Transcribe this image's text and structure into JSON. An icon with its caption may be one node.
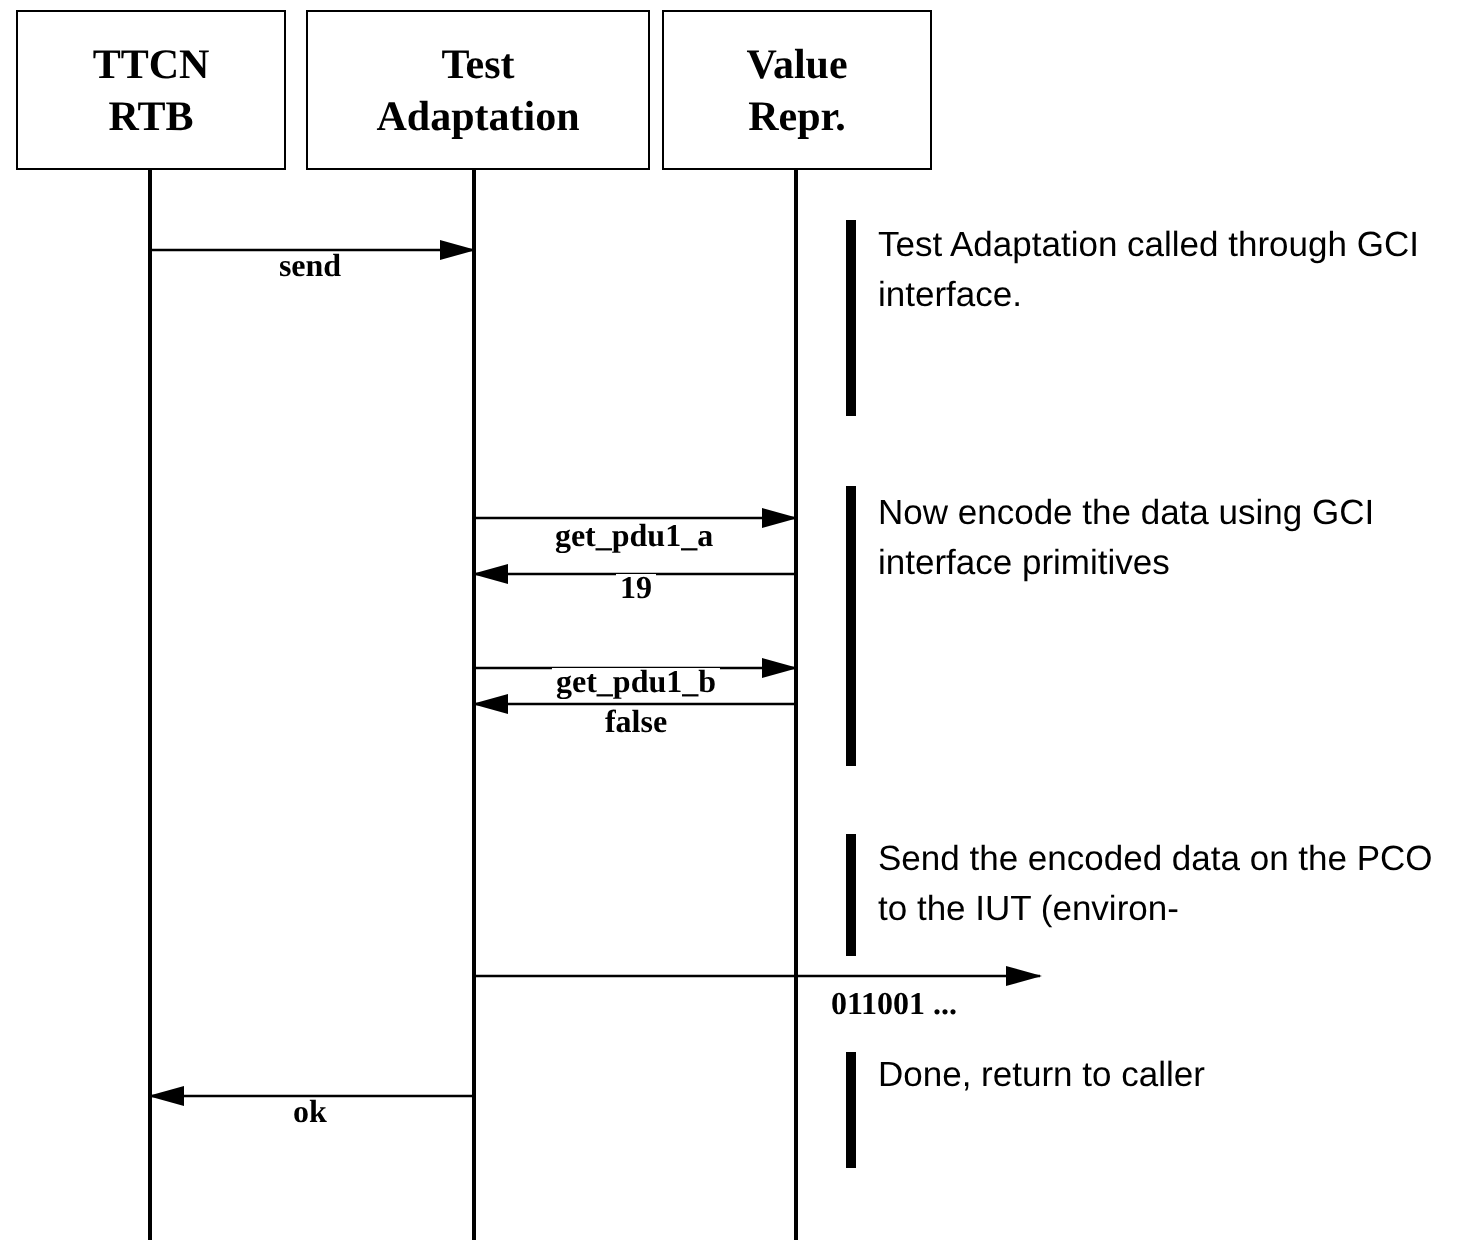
{
  "diagram": {
    "nodes": [
      {
        "text": [
          "TTCN RTB"
        ]
      },
      {
        "text": [
          "Test Adaptation"
        ]
      },
      {
        "text": [
          "Value Repr."
        ]
      }
    ],
    "edges": [
      {
        "from": 0,
        "to": 1,
        "arrow": "to",
        "label": "send"
      },
      {
        "from": 1,
        "to": 2,
        "arrow": "to",
        "label": "get_pdu1_a"
      },
      {
        "from": 2,
        "to": 1,
        "arrow": "to",
        "label": "19"
      },
      {
        "from": 1,
        "to": 2,
        "arrow": "to",
        "label": "get_pdu1_b"
      },
      {
        "from": 2,
        "to": 1,
        "arrow": "to",
        "label": "false"
      },
      {
        "from": 1,
        "to": null,
        "arrow": "to",
        "label": "011001 ..."
      },
      {
        "from": 1,
        "to": 0,
        "arrow": "to",
        "label": "ok"
      }
    ],
    "labels": [
      "Test Adaptation called through GCI interface.",
      "Now encode the data using GCI interface primitives",
      "Send the encoded data on the PCO to the IUT (environ-",
      "Done, return to caller"
    ]
  }
}
